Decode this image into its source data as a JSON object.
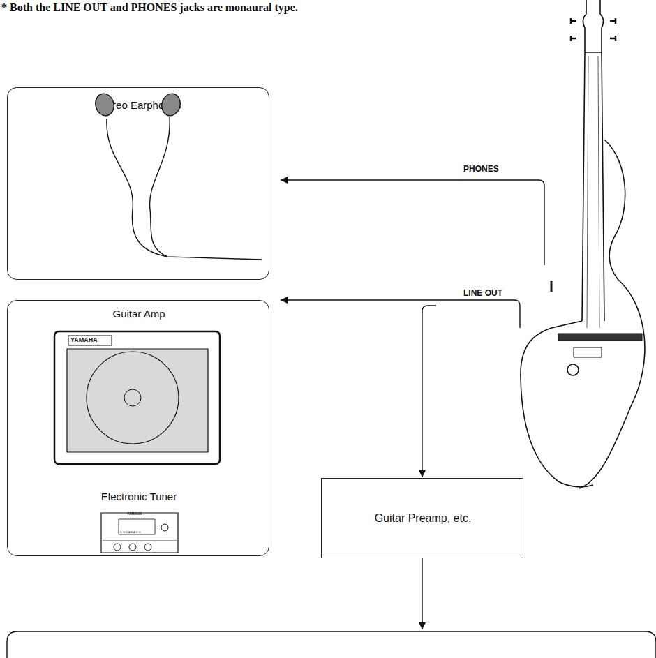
{
  "diagram": {
    "nodes": [
      {
        "text": [
          "Stereo Earphones"
        ]
      },
      {
        "text": [
          "Guitar Amp",
          "Electronic Tuner"
        ]
      },
      {
        "text": [
          "Guitar Preamp, etc."
        ]
      }
    ],
    "labels": [
      "* Both the LINE OUT and PHONES jacks are monaural type.",
      "PHONES",
      "LINE OUT",
      "YAMAHA",
      "YAMAHA",
      "C G D A E A D G"
    ]
  }
}
